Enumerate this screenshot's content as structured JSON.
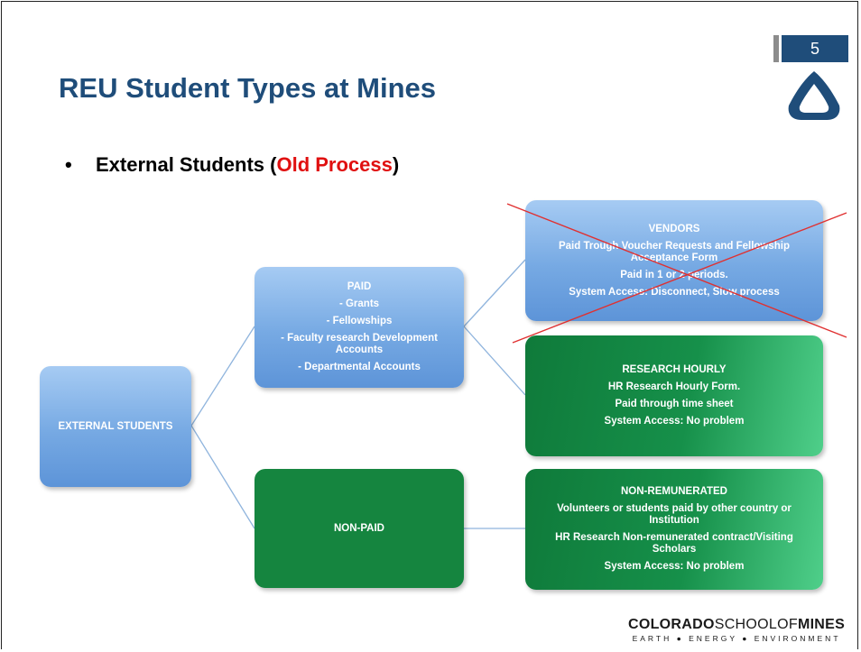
{
  "slide": {
    "page_number": "5",
    "title": "REU Student Types at Mines",
    "bullet": {
      "prefix": "External Students (",
      "highlight": "Old Process",
      "suffix": ")"
    }
  },
  "diagram": {
    "root": {
      "label": "EXTERNAL STUDENTS"
    },
    "paid": {
      "lines": [
        "PAID",
        "- Grants",
        "- Fellowships",
        "- Faculty research Development Accounts",
        "- Departmental Accounts"
      ]
    },
    "non_paid": {
      "label": "NON-PAID"
    },
    "vendors": {
      "lines": [
        "VENDORS",
        "Paid Trough Voucher Requests and Fellowship Acceptance Form",
        "Paid in 1 or 2 periods.",
        "System Access:  Disconnect, Slow process"
      ],
      "crossed_out": true
    },
    "research_hourly": {
      "lines": [
        "RESEARCH HOURLY",
        "HR Research Hourly Form.",
        "Paid through time sheet",
        "System Access: No problem"
      ]
    },
    "non_remunerated": {
      "lines": [
        "NON-REMUNERATED",
        "Volunteers or students paid by other country or Institution",
        "HR Research Non-remunerated contract/Visiting Scholars",
        "System Access: No problem"
      ]
    }
  },
  "footer": {
    "brand_a": "COLORADO",
    "brand_b": "SCHOOLOF",
    "brand_c": "MINES",
    "tagline": "EARTH ● ENERGY ● ENVIRONMENT"
  },
  "colors": {
    "title": "#1f4d7a",
    "highlight": "#e01010",
    "box_blue": "#76a9e3",
    "box_green": "#15853f",
    "cross": "#e03030"
  },
  "icons": {
    "logo": "mines-triangle-logo-icon"
  }
}
